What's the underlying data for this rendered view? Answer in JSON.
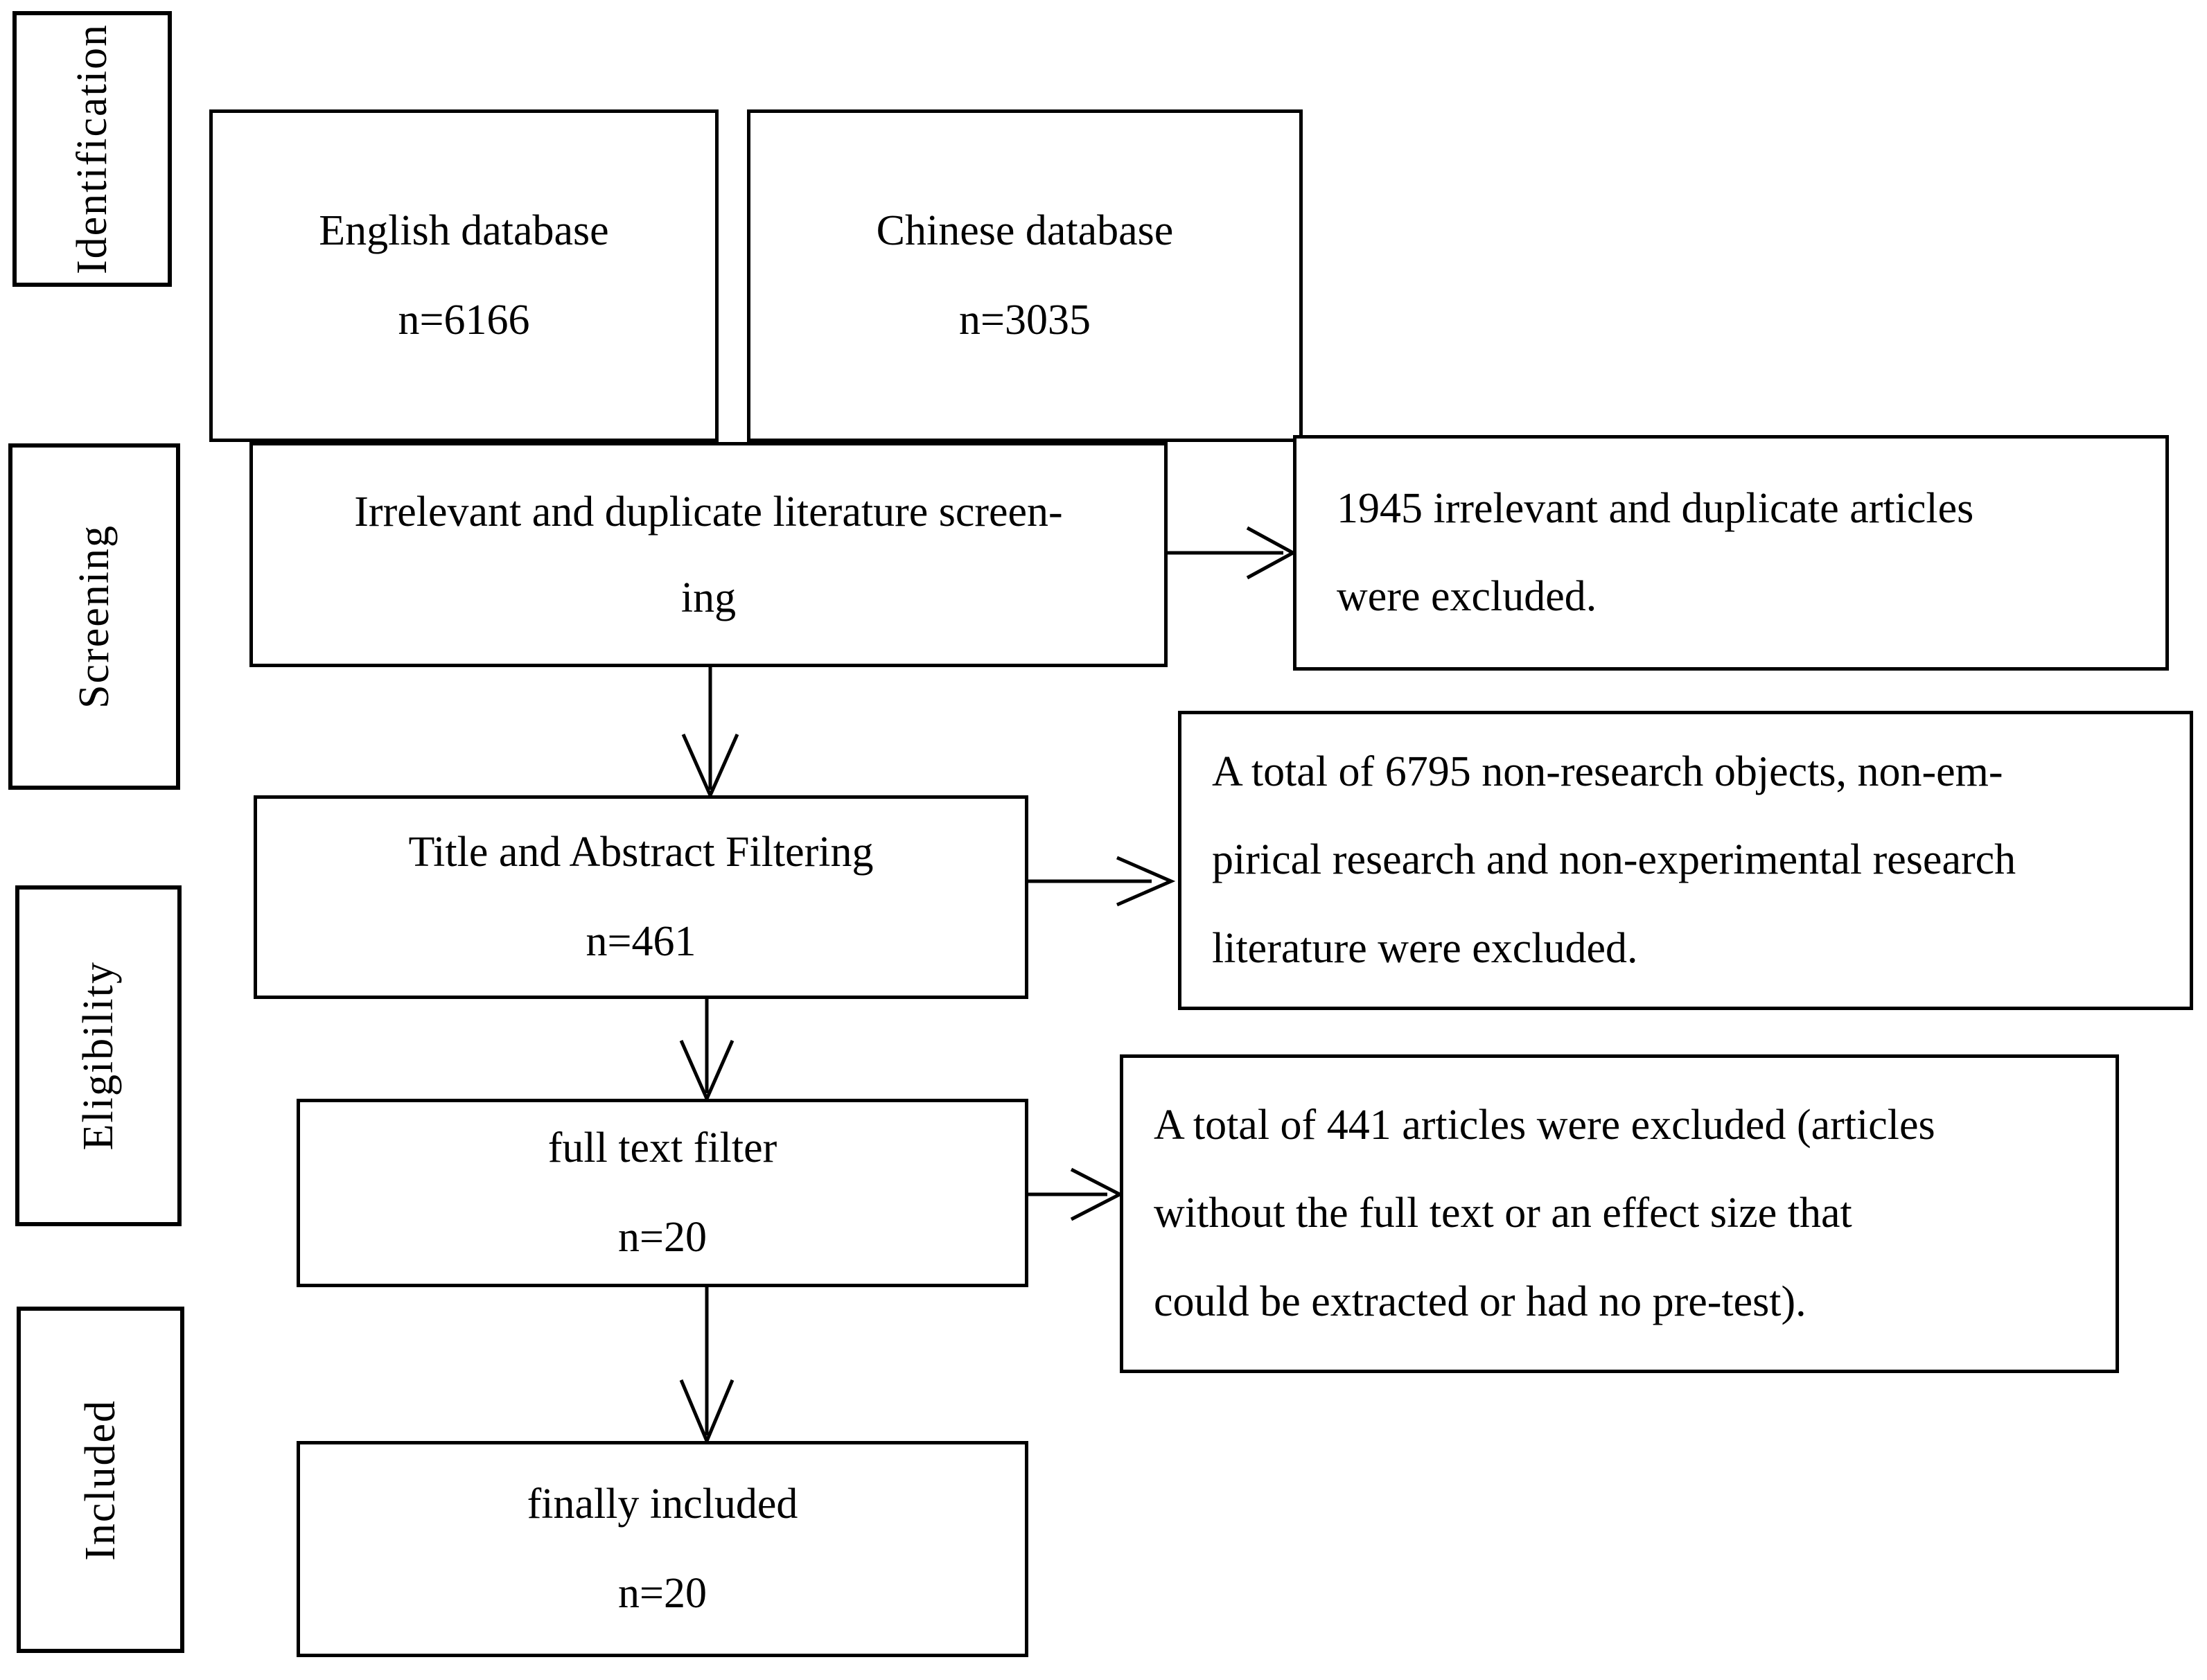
{
  "diagram": {
    "title": "PRISMA literature selection flow diagram",
    "type": "prisma-flowchart"
  },
  "stages": [
    {
      "label": "Identification"
    },
    {
      "label": "Screening"
    },
    {
      "label": "Eligibility"
    },
    {
      "label": "Included"
    }
  ],
  "nodes": {
    "english_db": {
      "title": "English database",
      "count": "n=6166"
    },
    "chinese_db": {
      "title": "Chinese database",
      "count": "n=3035"
    },
    "screening": {
      "line1": "Irrelevant and duplicate literature screen-",
      "line2": "ing"
    },
    "title_abstract": {
      "title": "Title and Abstract Filtering",
      "count": "n=461"
    },
    "full_text": {
      "title": "full text filter",
      "count": "n=20"
    },
    "included": {
      "title": "finally included",
      "count": "n=20"
    }
  },
  "exclusions": {
    "dup": {
      "line1": "1945 irrelevant and duplicate articles",
      "line2": "were excluded."
    },
    "nonresearch": {
      "line1": "A total of 6795 non-research objects, non-em-",
      "line2": "pirical research and non-experimental research",
      "line3": "literature were excluded."
    },
    "fulltext": {
      "line1": "A total of 441 articles were excluded (articles",
      "line2": "without the full text or an effect size that",
      "line3": "could be extracted or had no pre-test)."
    }
  },
  "chart_data": {
    "type": "diagram",
    "title": "PRISMA flow of study selection",
    "stages": [
      "Identification",
      "Screening",
      "Eligibility",
      "Included"
    ],
    "records": [
      {
        "step": "English database",
        "n": 6166
      },
      {
        "step": "Chinese database",
        "n": 3035
      },
      {
        "step": "Irrelevant and duplicate literature screening",
        "excluded": 1945
      },
      {
        "step": "Title and Abstract Filtering",
        "n": 461,
        "excluded": 6795
      },
      {
        "step": "full text filter",
        "n": 20,
        "excluded": 441
      },
      {
        "step": "finally included",
        "n": 20
      }
    ]
  },
  "colors": {
    "stroke": "#000000",
    "background": "#ffffff"
  }
}
